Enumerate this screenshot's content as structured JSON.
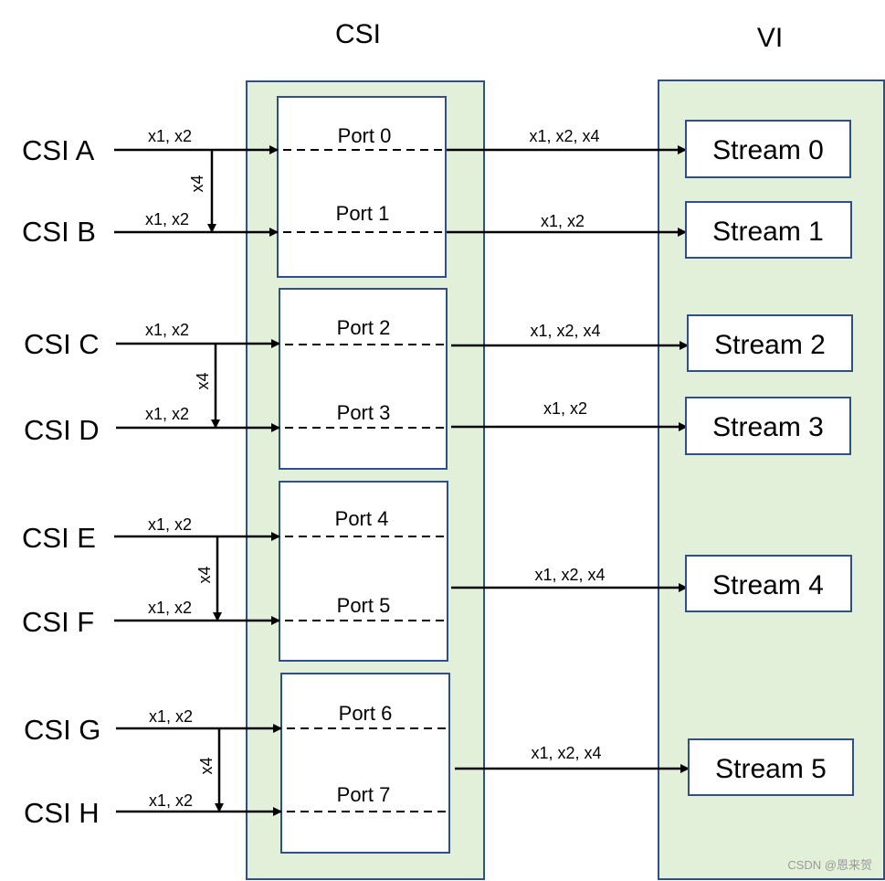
{
  "headers": {
    "csi": "CSI",
    "vi": "VI"
  },
  "inputs": [
    "CSI A",
    "CSI B",
    "CSI C",
    "CSI D",
    "CSI E",
    "CSI F",
    "CSI G",
    "CSI H"
  ],
  "input_lane_label": "x1, x2",
  "merge_lane_label": "x4",
  "ports": [
    "Port 0",
    "Port 1",
    "Port 2",
    "Port 3",
    "Port 4",
    "Port 5",
    "Port 6",
    "Port 7"
  ],
  "streams": [
    "Stream 0",
    "Stream 1",
    "Stream 2",
    "Stream 3",
    "Stream 4",
    "Stream 5"
  ],
  "output_lanes": [
    "x1, x2, x4",
    "x1, x2",
    "x1, x2, x4",
    "x1, x2",
    "x1, x2, x4",
    "x1, x2, x4"
  ],
  "watermark": "CSDN @恩来贺",
  "colors": {
    "panel_fill": "#e2efd9",
    "border": "#2f4f8a",
    "line": "#000000"
  }
}
